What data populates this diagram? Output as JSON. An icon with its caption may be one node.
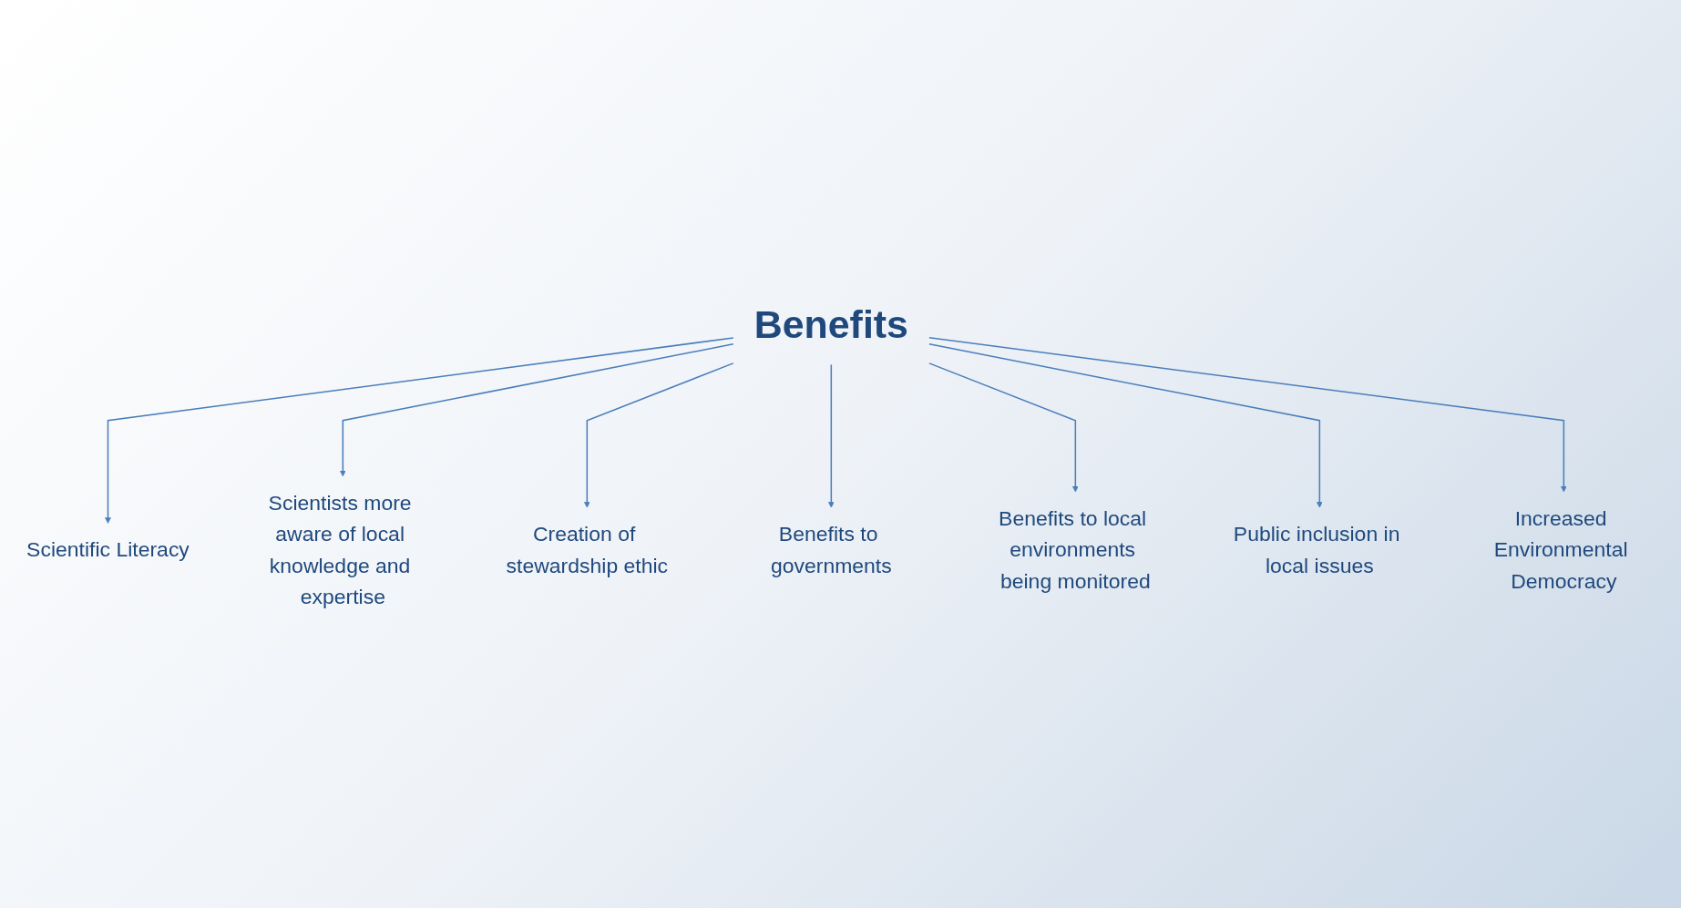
{
  "diagram": {
    "nodes": [
      {
        "text": [
          "Scientific Literacy"
        ]
      },
      {
        "text": [
          "Increased Environmental Democracy"
        ]
      },
      {
        "text": [
          "Scientists more aware of local knowledge and expertise"
        ]
      },
      {
        "text": [
          "Benefits"
        ]
      },
      {
        "text": [
          "Public inclusion in local issues"
        ]
      },
      {
        "text": [
          "Creation of stewardship ethic"
        ]
      },
      {
        "text": [
          "Benefits to local environments being monitored"
        ]
      },
      {
        "text": [
          "Benefits to governments"
        ]
      }
    ],
    "edges": [
      {
        "from": 3,
        "to": 0,
        "arrow": "to"
      },
      {
        "from": 3,
        "to": 2,
        "arrow": "to"
      },
      {
        "from": 3,
        "to": 5,
        "arrow": "to"
      },
      {
        "from": 3,
        "to": 7,
        "arrow": "to"
      },
      {
        "from": 3,
        "to": 6,
        "arrow": "to"
      },
      {
        "from": 3,
        "to": 4,
        "arrow": "to"
      },
      {
        "from": 3,
        "to": 1,
        "arrow": "to"
      }
    ]
  }
}
